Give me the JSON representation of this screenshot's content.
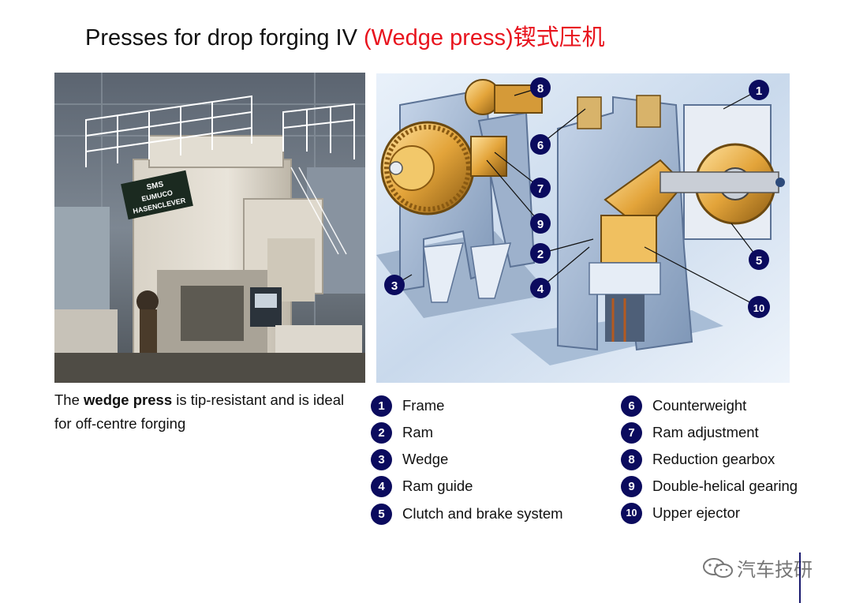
{
  "title": {
    "main": "Presses for drop forging IV ",
    "highlight": "(Wedge press)",
    "chinese": "锲式压机"
  },
  "photo": {
    "logo_line1": "SMS",
    "logo_line2": "EUMUCO",
    "logo_line3": "HASENCLEVER"
  },
  "caption": {
    "before": "The ",
    "bold": "wedge press",
    "after": " is tip-resistant and is ideal for off-centre forging"
  },
  "diagram_markers": [
    "1",
    "2",
    "3",
    "4",
    "5",
    "6",
    "7",
    "8",
    "9",
    "10"
  ],
  "legend": [
    {
      "num": "1",
      "label": "Frame"
    },
    {
      "num": "2",
      "label": "Ram"
    },
    {
      "num": "3",
      "label": "Wedge"
    },
    {
      "num": "4",
      "label": "Ram guide"
    },
    {
      "num": "5",
      "label": "Clutch and brake system"
    },
    {
      "num": "6",
      "label": "Counterweight"
    },
    {
      "num": "7",
      "label": "Ram adjustment"
    },
    {
      "num": "8",
      "label": "Reduction gearbox"
    },
    {
      "num": "9",
      "label": "Double-helical gearing"
    },
    {
      "num": "10",
      "label": "Upper ejector"
    }
  ],
  "watermark": {
    "text": "汽车技研"
  },
  "colors": {
    "marker": "#0b0b5e",
    "highlight": "#e8141e"
  }
}
